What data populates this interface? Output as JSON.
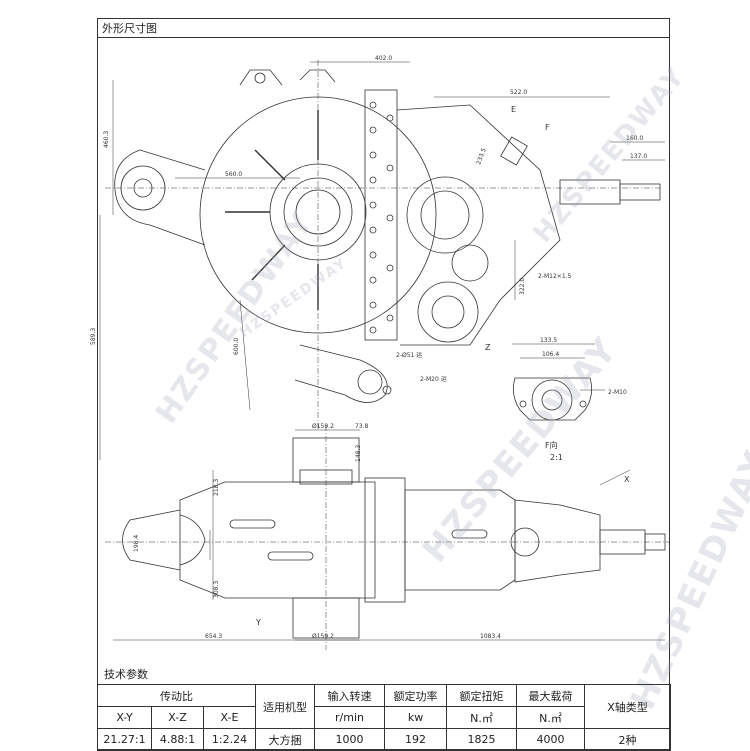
{
  "drawing_title": "外形尺寸图",
  "dimensions": {
    "d402": "402.0",
    "d522": "522.0",
    "d160": "160.0",
    "d137": "137.0",
    "d560": "560.0",
    "d589": "589.3",
    "d460": "460.3",
    "d600": "600.0",
    "d322": "322.0",
    "d233": "233.5",
    "d1335": "133.5",
    "d1064": "106.4",
    "d1592a": "Ø159.2",
    "d1592b": "Ø159.2",
    "d654": "654.3",
    "d1083": "1083.4",
    "d2m12": "2-M12×1.5",
    "d2m20": "2-M20 运",
    "d2d51": "2-Ø51 运",
    "d2m10": "2-M10",
    "d738": "73.8",
    "d1483": "148.3",
    "d3083": "308.3",
    "d2183": "218.3",
    "d1984": "198.4"
  },
  "callouts": {
    "E": "E",
    "F": "F",
    "Z": "Z",
    "X": "X",
    "Y": "Y",
    "view_f": "F向",
    "scale": "2:1"
  },
  "specs": {
    "section_label": "技术参数",
    "headers": {
      "ratio": "传动比",
      "xy": "X-Y",
      "xz": "X-Z",
      "xe": "X-E",
      "model": "适用机型",
      "speed": "输入转速",
      "power": "额定功率",
      "torque": "额定扭矩",
      "max_load": "最大载荷",
      "x_type": "X轴类型"
    },
    "units": {
      "speed": "r/min",
      "power": "kw",
      "torque": "N.㎡",
      "max_load": "N.㎡"
    },
    "values": {
      "xy": "21.27:1",
      "xz": "4.88:1",
      "xe": "1:2.24",
      "model": "大方捆",
      "speed": "1000",
      "power": "192",
      "torque": "1825",
      "max_load": "4000",
      "x_type": "2种"
    }
  },
  "watermark": "HZSPEEDWAY"
}
